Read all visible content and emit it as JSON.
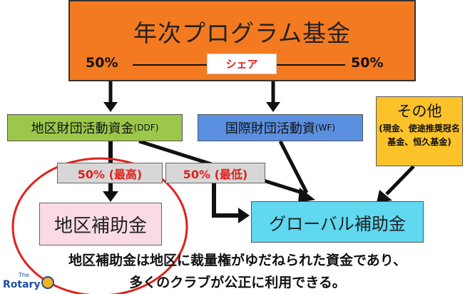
{
  "annual_fund": {
    "title": "年次プログラム基金",
    "left_pct": "50%",
    "right_pct": "50%",
    "share_label": "シェア"
  },
  "ddf": {
    "label": "地区財団活動資金",
    "suffix": "(DDF)"
  },
  "wf": {
    "label": "国際財団活動資",
    "suffix": "(WF)"
  },
  "other": {
    "title": "その他",
    "line1": "(現金、使途推奨冠名",
    "line2": "基金、恒久基金)"
  },
  "pct_max": "50%  (最高)",
  "pct_min": "50%  (最低)",
  "district_grant": "地区補助金",
  "global_grant": "グローバル補助金",
  "caption": {
    "line1": "地区補助金は地区に裁量権がゆだねられた資金であり、",
    "line2": "多くのクラブが公正に利用できる。"
  },
  "logo": {
    "text": "Rotary",
    "small": "The"
  },
  "colors": {
    "annual_box": "#f47a21",
    "ddf_box": "#9bc84a",
    "wf_box": "#5b8fe0",
    "other_box": "#fcc22a",
    "district_grant_box": "#fadbe3",
    "global_grant_box": "#5fd8f0",
    "highlight_red": "#e0201b",
    "pct_box": "#d7d7d7"
  }
}
